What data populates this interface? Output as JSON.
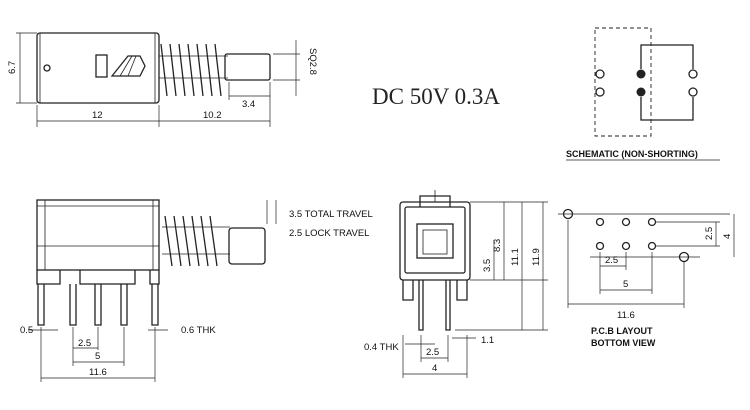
{
  "rating": "DC 50V 0.3A",
  "side_view_top": {
    "height": "6.7",
    "body_length": "12",
    "plunger_length": "10.2",
    "plunger_tip": "3.4",
    "plunger_square": "SQ2.8"
  },
  "side_view_bottom": {
    "total_travel": "3.5 TOTAL TRAVEL",
    "lock_travel": "2.5 LOCK TRAVEL",
    "pin_width": "0.5",
    "thickness": "0.6 THK",
    "pitch_small": "2.5",
    "pitch_large": "5",
    "total_width": "11.6"
  },
  "front_view": {
    "dim_3_5": "3.5",
    "dim_8_3": "8.3",
    "dim_11_1": "11.1",
    "dim_11_9": "11.9",
    "pin_thickness": "0.4 THK",
    "dim_1_1": "1.1",
    "pitch": "2.5",
    "width": "4"
  },
  "schematic": {
    "title": "SCHEMATIC (NON-SHORTING)"
  },
  "pcb_layout": {
    "title_line1": "P.C.B LAYOUT",
    "title_line2": "BOTTOM VIEW",
    "pitch_x": "2.5",
    "pitch_y": "2.5",
    "span_5": "5",
    "span_11_6": "11.6",
    "span_4": "4"
  }
}
